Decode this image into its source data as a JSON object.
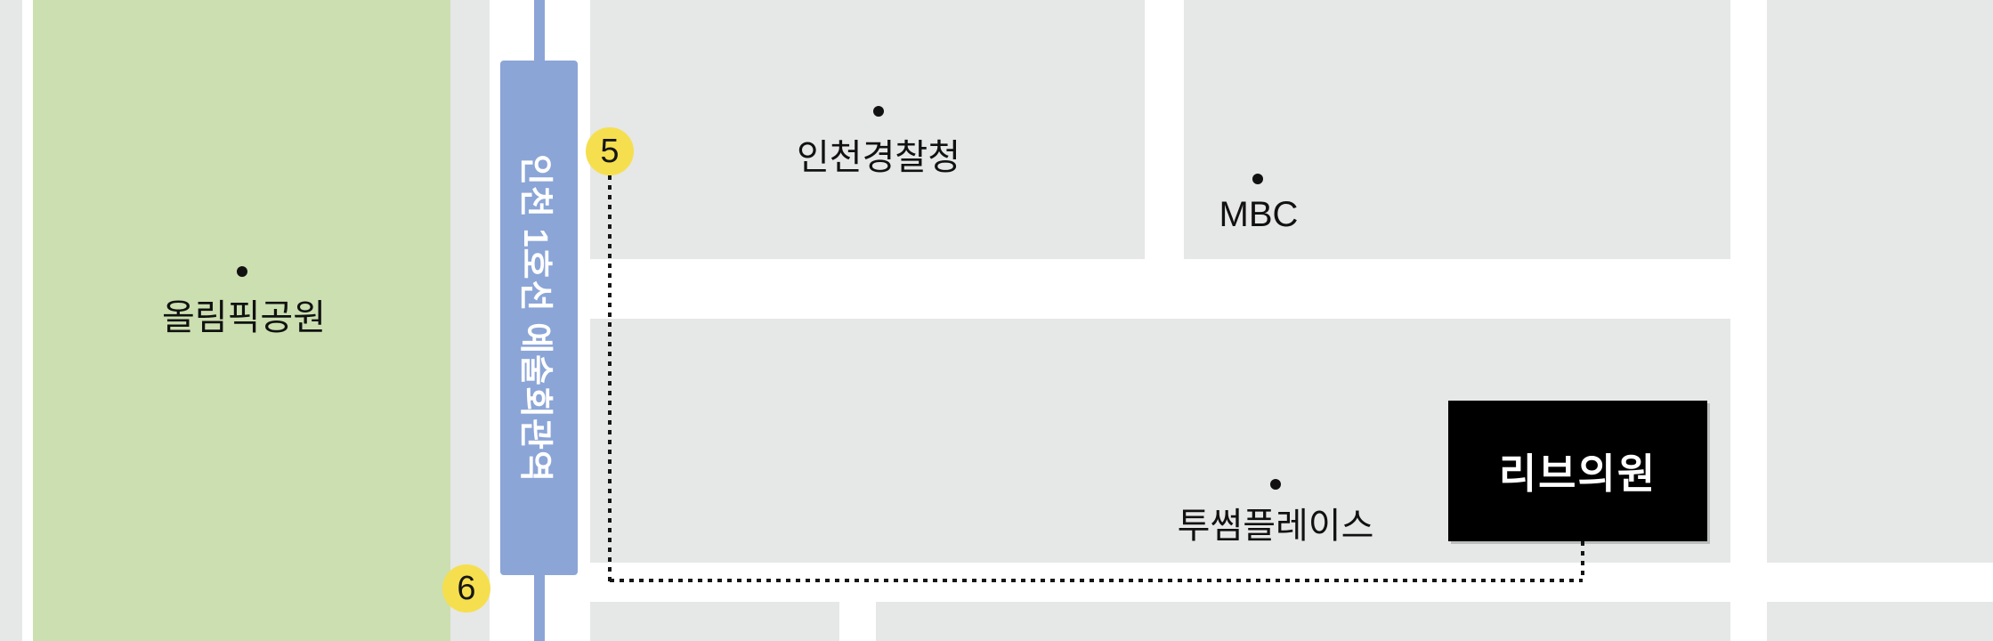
{
  "park": {
    "label": "올림픽공원"
  },
  "station": {
    "label": "인천 1호선 예술회관역"
  },
  "exits": [
    {
      "number": "5"
    },
    {
      "number": "6"
    }
  ],
  "places": [
    {
      "label": "인천경찰청"
    },
    {
      "label": "MBC"
    },
    {
      "label": "투썸플레이스"
    }
  ],
  "destination": {
    "label": "리브의원"
  },
  "colors": {
    "park_green": "#cbdfb0",
    "subway_blue": "#8ba5d7",
    "exit_yellow": "#f6df4e",
    "block_gray": "#e6e7e7",
    "destination_black": "#000000",
    "route_black": "#161616"
  }
}
